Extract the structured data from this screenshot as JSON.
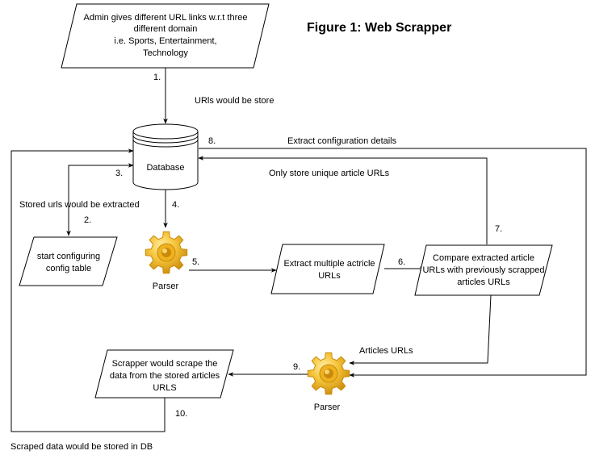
{
  "title": "Figure 1: Web Scrapper",
  "nodes": {
    "admin_input": {
      "lines": [
        "Admin gives different URL links w.r.t three",
        "different domain",
        "i.e. Sports, Entertainment,",
        "Technology"
      ]
    },
    "database": {
      "label": "Database"
    },
    "config_table": {
      "lines": [
        "start configuring",
        "config table"
      ]
    },
    "parser_top": {
      "label": "Parser",
      "icon": "gear-icon"
    },
    "extract_urls": {
      "lines": [
        "Extract multiple actricle",
        "URLs"
      ]
    },
    "compare_urls": {
      "lines": [
        "Compare extracted article",
        "URLs with previously scrapped",
        "articles URLs"
      ]
    },
    "scrapper": {
      "lines": [
        "Scrapper would scrape the",
        "data from the stored articles",
        "URLS"
      ]
    },
    "parser_bottom": {
      "label": "Parser",
      "icon": "gear-icon"
    }
  },
  "edges": {
    "e1": {
      "step": "1.",
      "label": "URls would be store"
    },
    "e2": {
      "step": "2.",
      "label": "Stored urls would be extracted"
    },
    "e3": {
      "step": "3."
    },
    "e4": {
      "step": "4."
    },
    "e5": {
      "step": "5."
    },
    "e6": {
      "step": "6."
    },
    "e7": {
      "step": "7.",
      "label": "Only store unique article URLs"
    },
    "e8": {
      "step": "8.",
      "label": "Extract configuration details"
    },
    "e9": {
      "step": "9.",
      "label": "Articles URLs"
    },
    "e10": {
      "step": "10.",
      "label": "Scraped data would be stored in DB"
    }
  },
  "colors": {
    "line": "#000000",
    "shape_fill": "#ffffff",
    "gear_light": "#f7d56b",
    "gear_mid": "#efb21f",
    "gear_dark": "#c98a0c"
  }
}
